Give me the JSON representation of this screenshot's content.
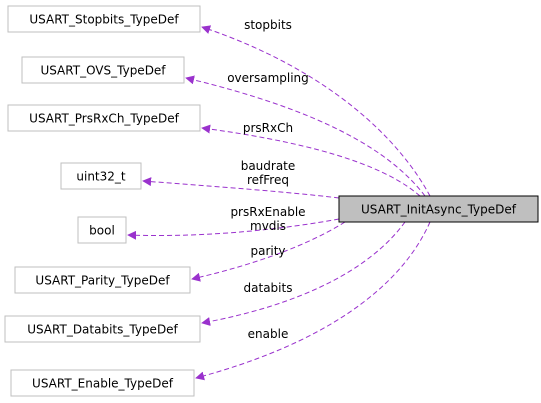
{
  "diagram": {
    "colors": {
      "edge": "#9a32cd",
      "node_border": "#bfbfbf",
      "main_fill": "#bfbfbf",
      "main_border": "#000000",
      "text": "#000000"
    },
    "main_node": {
      "label": "USART_InitAsync_TypeDef"
    },
    "nodes": [
      {
        "label": "USART_Stopbits_TypeDef"
      },
      {
        "label": "USART_OVS_TypeDef"
      },
      {
        "label": "USART_PrsRxCh_TypeDef"
      },
      {
        "label": "uint32_t"
      },
      {
        "label": "bool"
      },
      {
        "label": "USART_Parity_TypeDef"
      },
      {
        "label": "USART_Databits_TypeDef"
      },
      {
        "label": "USART_Enable_TypeDef"
      }
    ],
    "edges": [
      {
        "lines": [
          "stopbits"
        ]
      },
      {
        "lines": [
          "oversampling"
        ]
      },
      {
        "lines": [
          "prsRxCh"
        ]
      },
      {
        "lines": [
          "baudrate",
          "refFreq"
        ]
      },
      {
        "lines": [
          "prsRxEnable",
          "mvdis"
        ]
      },
      {
        "lines": [
          "parity"
        ]
      },
      {
        "lines": [
          "databits"
        ]
      },
      {
        "lines": [
          "enable"
        ]
      }
    ]
  }
}
